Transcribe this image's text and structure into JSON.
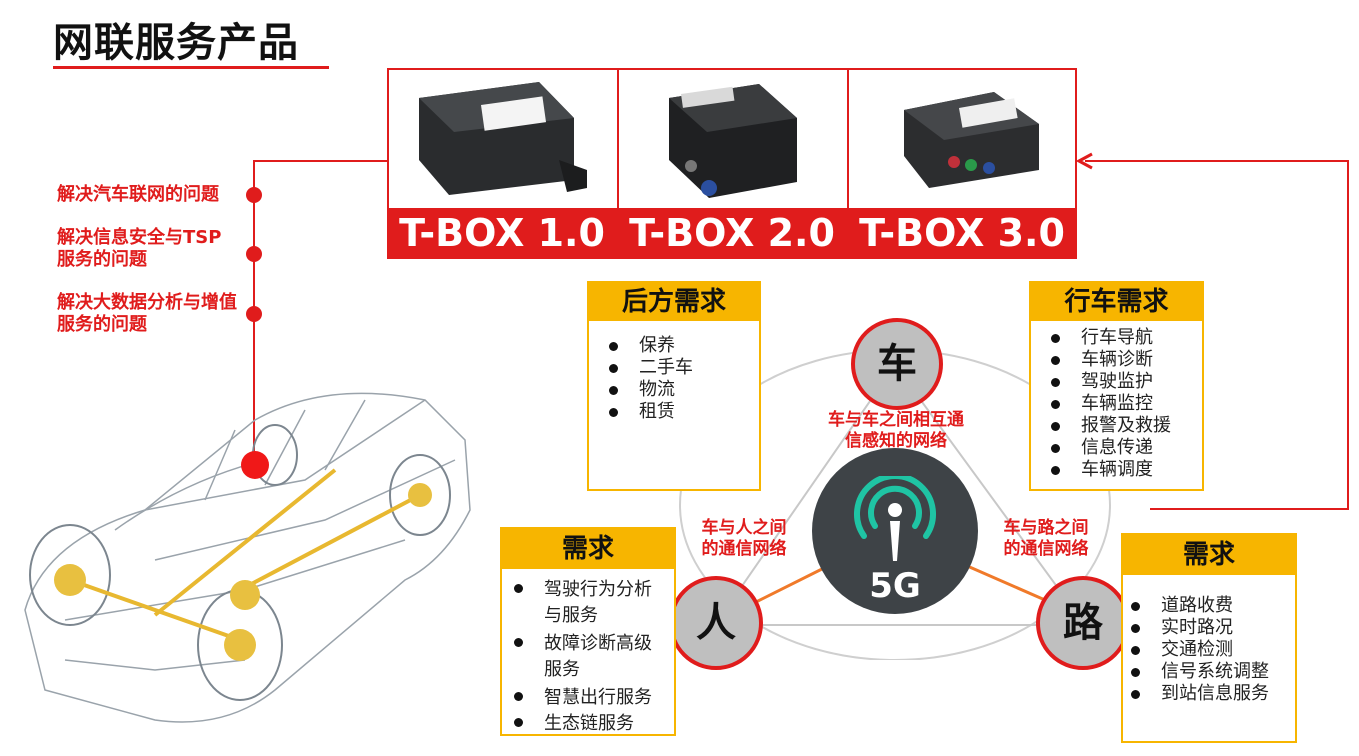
{
  "page": {
    "title": "网联服务产品"
  },
  "left_labels": [
    {
      "text": "解决汽车联网的问题"
    },
    {
      "text": "解决信息安全与TSP服务的问题"
    },
    {
      "text": "解决大数据分析与增值服务的问题"
    }
  ],
  "products": [
    {
      "label": "T-BOX 1.0"
    },
    {
      "label": "T-BOX 2.0"
    },
    {
      "label": "T-BOX 3.0"
    }
  ],
  "panels": {
    "aftermarket": {
      "title": "后方需求",
      "items": [
        "保养",
        "二手车",
        "物流",
        "租赁"
      ]
    },
    "driving": {
      "title": "行车需求",
      "items": [
        "行车导航",
        "车辆诊断",
        "驾驶监护",
        "车辆监控",
        "报警及救援",
        "信息传递",
        "车辆调度"
      ]
    },
    "person": {
      "title": "需求",
      "items": [
        "驾驶行为分析与服务",
        "故障诊断高级服务",
        "智慧出行服务",
        "生态链服务"
      ]
    },
    "road": {
      "title": "需求",
      "items": [
        "道路收费",
        "实时路况",
        "交通检测",
        "信号系统调整",
        "到站信息服务"
      ]
    }
  },
  "nodes": {
    "car": "车",
    "person": "人",
    "road": "路",
    "center": "5G"
  },
  "relations": {
    "car_car": "车与车之间相互通信感知的网络",
    "car_person": "车与人之间的通信网络",
    "car_road": "车与路之间的通信网络"
  },
  "colors": {
    "accent": "#e01c1c",
    "panel": "#f7b500",
    "node": "#bfbfbf",
    "center": "#3e4347",
    "signal": "#1fc4a4"
  },
  "icons": {
    "signal": "antenna-signal-icon"
  }
}
